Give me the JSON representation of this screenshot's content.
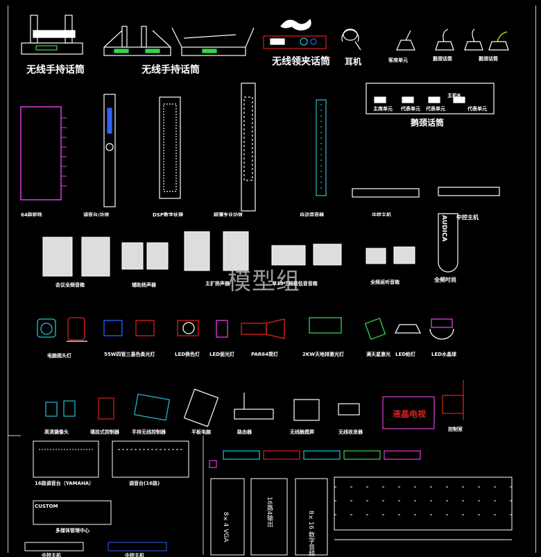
{
  "row1": {
    "wireless_handheld_1": "无线手持话筒",
    "wireless_handheld_2": "无线手持话筒",
    "wireless_lavalier": "无线领夹话筒",
    "earphone": "耳机",
    "delegate_unit": "客席单元",
    "gooseneck_mic_a": "鹅颈话筒",
    "gooseneck_mic_b": "鹅颈话筒",
    "gooseneck_mic_main": "鹅颈话筒",
    "unit_chair": "主席单元",
    "unit_delegate_1": "代表单元",
    "unit_delegate_2": "代表单元",
    "unit_delegate_3": "代表单元",
    "host_label": "主机R"
  },
  "row2": {
    "label_1": "64路矩阵",
    "label_2": "调音台/功放",
    "label_3": "DSP数字处理",
    "label_4": "超薄专业功放",
    "label_5": "自动混音器",
    "label_6": "中控主机",
    "label_7": "中控主机",
    "audica": "AUDICA"
  },
  "row3": {
    "full_range": "会议全频音箱",
    "aux_speaker": "辅助扬声器",
    "main_speaker": "主扩扬声器",
    "sub": "单15寸超重低音音箱",
    "monitor": "全频返听音箱",
    "column": "全频吋尚"
  },
  "row4": {
    "moving_head": "电脑摇头灯",
    "tri_color": "55W四管三基色柔光灯",
    "led_color": "LED换色灯",
    "led_face": "LED面光灯",
    "par": "PAR64筒灯",
    "laser": "2KW天地排激光灯",
    "star": "满天星激光",
    "led_flat": "LED帕灯",
    "crystal": "LED水晶球"
  },
  "row5": {
    "camera": "高清摄像头",
    "wall_ctrl": "墙挂式控制器",
    "touch_ctrl": "手持无线控制器",
    "tablet": "平板电脑",
    "router": "路由器",
    "wireless_screen": "无线触摸屏",
    "receiver": "无线收发器",
    "lcd_tv": "液晶电视",
    "control_room": "控制室"
  },
  "bottom": {
    "mixer_16": "16路调音台（YAMAHA）",
    "mixer_16b": "调音台(16路)",
    "media_center": "多媒体管理中心",
    "central_a": "中控主机",
    "central_b": "中控主机",
    "brand": "CUSTOM",
    "vga": "8×4 VGA",
    "matrix16": "16路4输出",
    "matrix8": "8×16 数字音频"
  },
  "watermark": "模型组",
  "colors": {
    "green": "#39d353",
    "cyan": "#27c3d6",
    "magenta": "#e040e0",
    "red": "#e02020",
    "yellow": "#e6e600",
    "blue": "#3060ff",
    "white": "#ffffff"
  }
}
